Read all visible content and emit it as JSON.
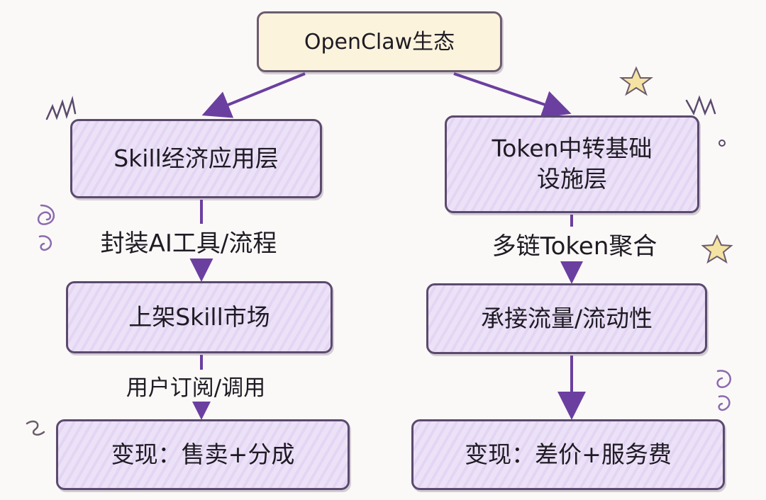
{
  "diagram": {
    "root": "OpenClaw生态",
    "left_branch": {
      "layer": "Skill经济应用层",
      "step1_label": "封装AI工具/流程",
      "step2": "上架Skill市场",
      "step2_label": "用户订阅/调用",
      "result": "变现：售卖+分成"
    },
    "right_branch": {
      "layer_line1": "Token中转基础",
      "layer_line2": "设施层",
      "step1_label": "多链Token聚合",
      "step2": "承接流量/流动性",
      "result": "变现：差价+服务费"
    }
  },
  "colors": {
    "root_fill": "#fbf3dc",
    "box_fill": "#ece2f7",
    "border": "#5b4a6e",
    "arrow": "#6b3fa0",
    "star": "#f5e3a3"
  },
  "icons": [
    "star-icon",
    "squiggle-icon",
    "spiral-icon"
  ]
}
